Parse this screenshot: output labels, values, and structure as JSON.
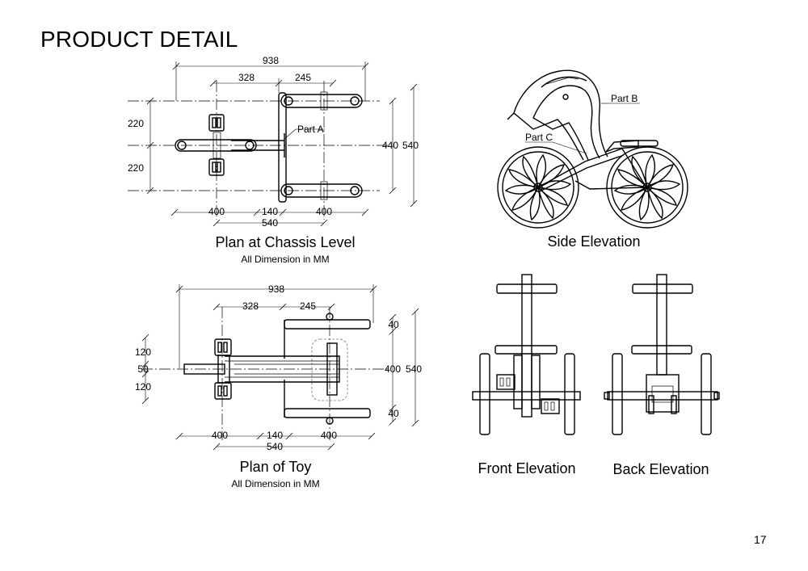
{
  "page": {
    "title": "PRODUCT DETAIL",
    "number": "17"
  },
  "chassis_plan": {
    "caption": "Plan at Chassis Level",
    "subcaption": "All Dimension in MM",
    "part_label": "Part A",
    "dims": {
      "overall_length": "938",
      "front_offset": "328",
      "rear_offset": "245",
      "left_220_top": "220",
      "left_220_bottom": "220",
      "right_440": "440",
      "right_540": "540",
      "bottom_400_left": "400",
      "bottom_140": "140",
      "bottom_400_right": "400",
      "bottom_540": "540"
    }
  },
  "toy_plan": {
    "caption": "Plan of Toy",
    "subcaption": "All Dimension in MM",
    "dims": {
      "overall_length": "938",
      "front_offset": "328",
      "rear_offset": "245",
      "left_120_top": "120",
      "left_50": "50",
      "left_120_bottom": "120",
      "right_40_top": "40",
      "right_400": "400",
      "right_540": "540",
      "right_40_bottom": "40",
      "bottom_400_left": "400",
      "bottom_140": "140",
      "bottom_400_right": "400",
      "bottom_540": "540"
    }
  },
  "side_elevation": {
    "caption": "Side Elevation",
    "part_b": "Part B",
    "part_c": "Part C"
  },
  "front_elevation": {
    "caption": "Front Elevation"
  },
  "back_elevation": {
    "caption": "Back Elevation"
  }
}
